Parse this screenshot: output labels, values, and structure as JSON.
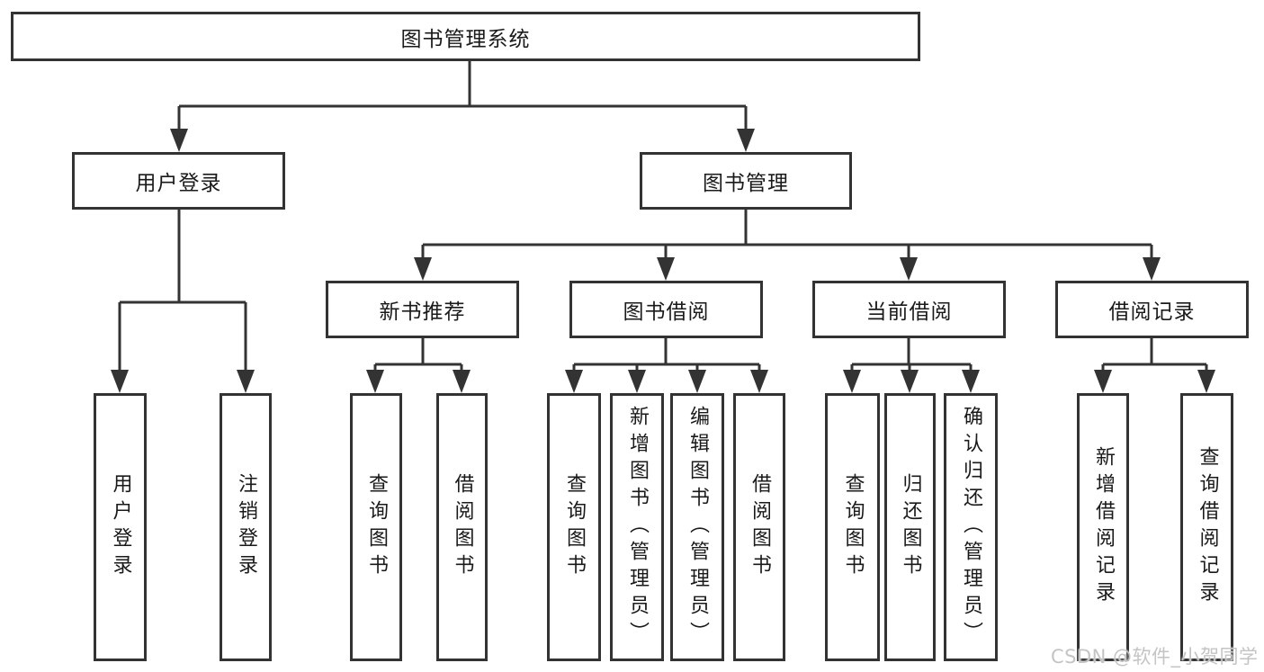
{
  "diagram": {
    "title": "图书管理系统",
    "level2": {
      "user_login": "用户登录",
      "book_management": "图书管理"
    },
    "level3": {
      "new_book_recommend": "新书推荐",
      "book_borrowing": "图书借阅",
      "current_borrowing": "当前借阅",
      "borrowing_records": "借阅记录"
    },
    "leaves": {
      "user_login": "用户登录",
      "logout": "注销登录",
      "nbr_query_books": "查询图书",
      "nbr_borrow_books": "借阅图书",
      "bb_query_books": "查询图书",
      "bb_add_books": "新增图书（管理员）",
      "bb_edit_books": "编辑图书（管理员）",
      "bb_borrow_books": "借阅图书",
      "cb_query_books": "查询图书",
      "cb_return_books": "归还图书",
      "cb_confirm_return": "确认归还（管理员）",
      "br_add_record": "新增借阅记录",
      "br_query_record": "查询借阅记录"
    }
  },
  "watermark": "CSDN @软件_小贺同学",
  "colors": {
    "line": "#333333",
    "text": "#1a1a1a",
    "background": "#ffffff",
    "watermark": "#c4c4c4"
  }
}
